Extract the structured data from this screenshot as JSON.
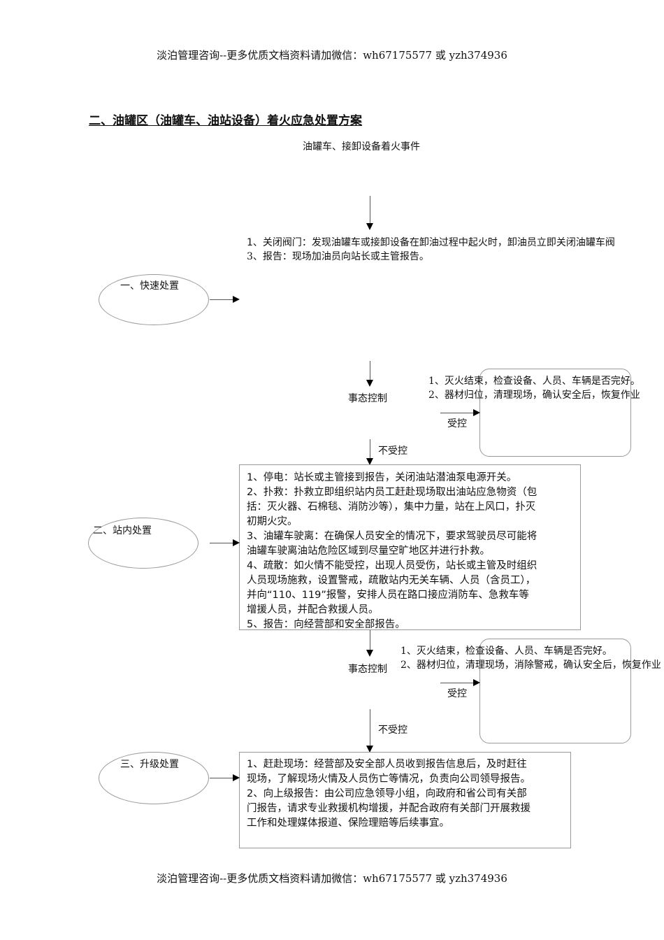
{
  "header": "淡泊管理咨询--更多优质文档资料请加微信：wh67175577 或 yzh374936",
  "footer": "淡泊管理咨询--更多优质文档资料请加微信：wh67175577 或 yzh374936",
  "title": "二、油罐区（油罐车、油站设备）着火应急处置方案",
  "event": "油罐车、接卸设备着火事件",
  "stage1": {
    "label": "一、快速处置",
    "lines": [
      "1、关闭阀门：发现油罐车或接卸设备在卸油过程中起火时，卸油员立即关闭油罐车阀",
      "3、报告：现场加油员向站长或主管报告。"
    ]
  },
  "control1": {
    "label": "事态控制",
    "controlled": "受控",
    "uncontrolled": "不受控",
    "lines": [
      "1、灭火结束，检查设备、人员、车辆是否完好。",
      "2、器材归位，清理现场，确认安全后，恢复作业"
    ]
  },
  "stage2": {
    "label": "二、站内处置",
    "lines": [
      "1、停电：站长或主管接到报告，关闭油站潜油泵电源开关。",
      "2、扑救：扑救立即组织站内员工赶赴现场取出油站应急物资（包",
      "括：灭火器、石棉毯、消防沙等），集中力量，站在上风口，扑灭",
      "初期火灾。",
      "3、油罐车驶离：在确保人员安全的情况下，要求驾驶员尽可能将",
      "油罐车驶离油站危险区域到尽量空旷地区并进行扑救。",
      "4、疏散：如火情不能受控，出现人员受伤，站长或主管及时组织",
      "人员现场施救，设置警戒，疏散站内无关车辆、人员（含员工），",
      "并向“110、119”报警，安排人员在路口接应消防车、急救车等",
      "增援人员，并配合救援人员。",
      "5、报告：向经营部和安全部报告。"
    ]
  },
  "control2": {
    "label": "事态控制",
    "controlled": "受控",
    "uncontrolled": "不受控",
    "lines": [
      "1、灭火结束，检查设备、人员、车辆是否完好。",
      "2、器材归位，清理现场，消除警戒，确认安全后，恢复作业"
    ]
  },
  "stage3": {
    "label": "三、升级处置",
    "lines": [
      "1、赶赴现场：经营部及安全部人员收到报告信息后，及时赶往",
      "现场，了解现场火情及人员伤亡等情况，负责向公司领导报告。",
      "2、向上级报告：由公司应急领导小组，向政府和省公司有关部",
      "门报告，请求专业救援机构增援，并配合政府有关部门开展救援",
      "工作和处理媒体报道、保险理赔等后续事宜。"
    ]
  }
}
